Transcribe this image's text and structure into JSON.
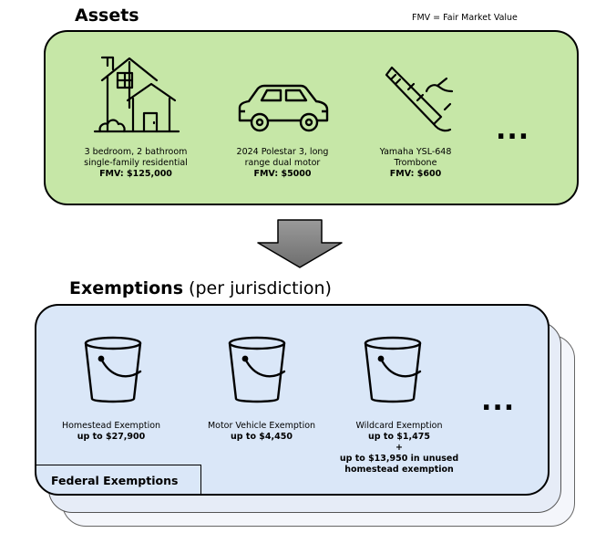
{
  "assets": {
    "title": "Assets",
    "note": "FMV = Fair Market Value",
    "items": [
      {
        "icon": "house-icon",
        "line1": "3 bedroom, 2 bathroom",
        "line2": "single-family residential",
        "value": "FMV: $125,000"
      },
      {
        "icon": "car-icon",
        "line1": "2024 Polestar 3, long",
        "line2": "range dual motor",
        "value": "FMV: $5000"
      },
      {
        "icon": "trombone-icon",
        "line1": "Yamaha YSL-648",
        "line2": "Trombone",
        "value": "FMV: $600"
      }
    ],
    "more": "..."
  },
  "exemptions": {
    "title_bold": "Exemptions",
    "title_rest": " (per jurisdiction)",
    "items": [
      {
        "icon": "bucket-icon",
        "name": "Homestead Exemption",
        "amount": "up to $27,900"
      },
      {
        "icon": "bucket-icon",
        "name": "Motor Vehicle Exemption",
        "amount": "up to $4,450"
      },
      {
        "icon": "bucket-icon",
        "name": "Wildcard Exemption",
        "amount": "up to $1,475",
        "plus": "+",
        "extra1": "up to $13,950 in unused",
        "extra2": "homestead exemption"
      }
    ],
    "more": "...",
    "jurisdiction_label": "Federal Exemptions"
  },
  "colors": {
    "asset_panel": "#c6e7a7",
    "exemption_panel": "#dae7f8",
    "arrow": "#808080"
  }
}
